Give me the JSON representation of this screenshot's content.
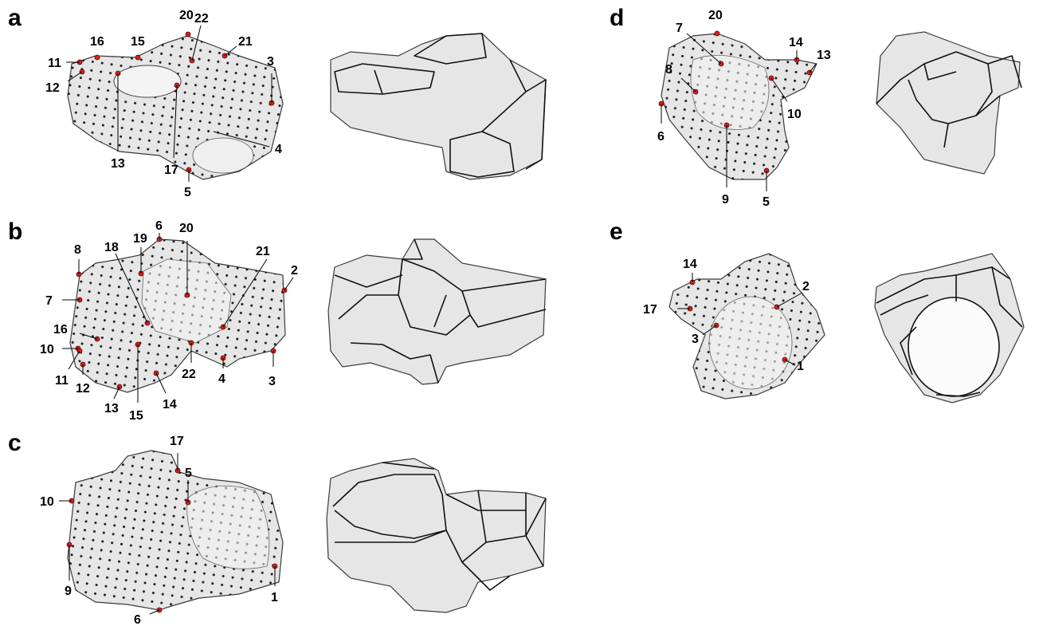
{
  "panels": [
    {
      "letter": "a",
      "landmarks": [
        "20",
        "22",
        "16",
        "15",
        "21",
        "11",
        "3",
        "12",
        "13",
        "17",
        "4",
        "5"
      ]
    },
    {
      "letter": "b",
      "landmarks": [
        "6",
        "20",
        "19",
        "18",
        "8",
        "21",
        "2",
        "7",
        "16",
        "10",
        "11",
        "12",
        "22",
        "4",
        "3",
        "13",
        "15",
        "14"
      ]
    },
    {
      "letter": "c",
      "landmarks": [
        "17",
        "5",
        "10",
        "9",
        "1",
        "6"
      ]
    },
    {
      "letter": "d",
      "landmarks": [
        "20",
        "7",
        "14",
        "13",
        "8",
        "10",
        "6",
        "9",
        "5"
      ]
    },
    {
      "letter": "e",
      "landmarks": [
        "14",
        "2",
        "17",
        "3",
        "1"
      ]
    }
  ],
  "colors": {
    "landmark": "#d42020",
    "surface_point": "#1a1a1a",
    "bone": "#e6e6e6",
    "outline": "#111111"
  }
}
